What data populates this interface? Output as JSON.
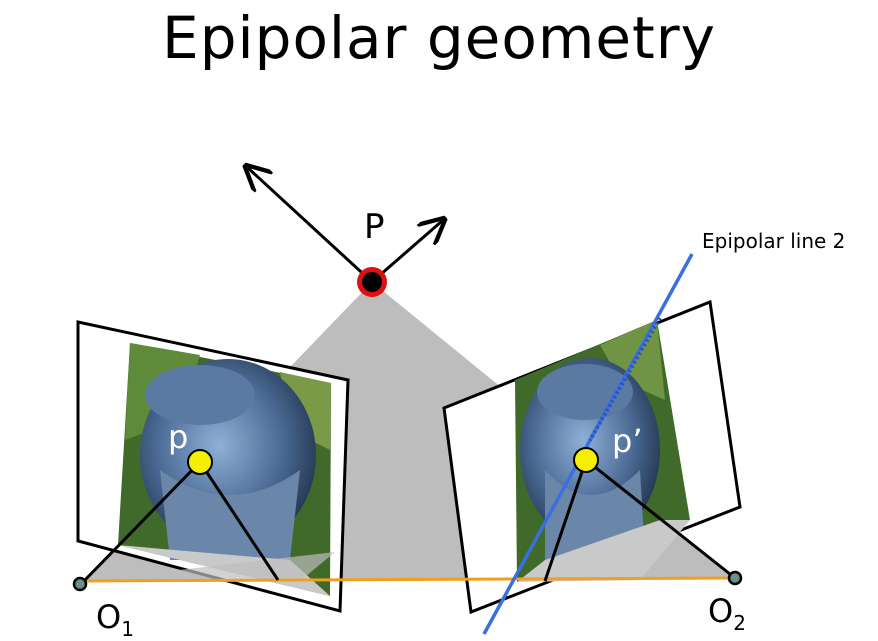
{
  "title": "Epipolar geometry",
  "labels": {
    "point_P": "P",
    "point_p": "p",
    "point_p_prime": "p’",
    "origin_1_base": "O",
    "origin_1_sub": "1",
    "origin_2_base": "O",
    "origin_2_sub": "2",
    "epipolar_line": "Epipolar line 2"
  },
  "colors": {
    "epipolar_line": "#3a6fe0",
    "baseline": "#f0a020",
    "point_P_ring": "#e01010",
    "image_point_fill": "#f5f000",
    "plane_fill": "#bdbdbd"
  }
}
